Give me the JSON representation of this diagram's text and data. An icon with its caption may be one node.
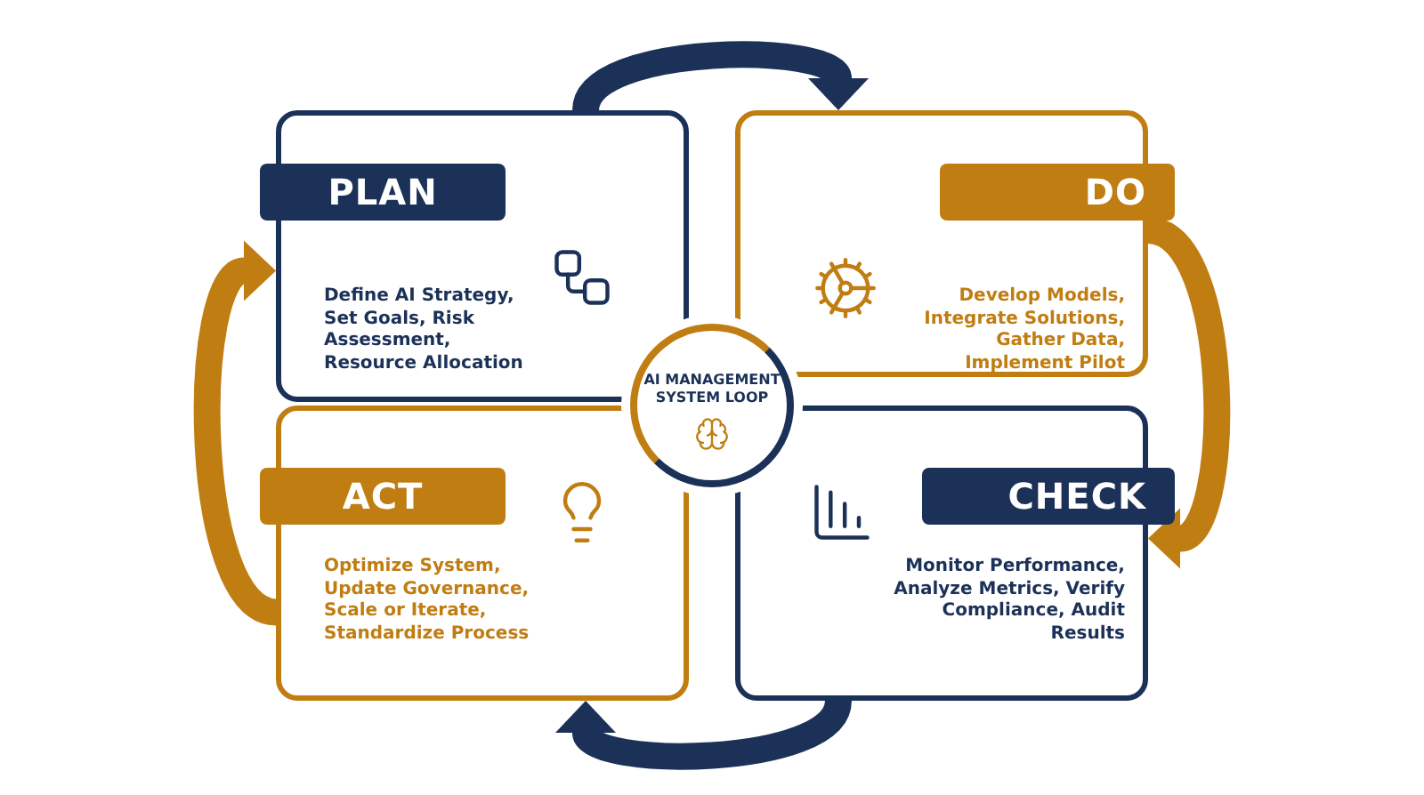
{
  "diagram": {
    "nodes": [
      {
        "text": [
          "PLAN",
          "Define AI Strategy, Set Goals, Risk Assessment, Resource Allocation"
        ]
      },
      {
        "text": [
          "DO",
          "Develop Models, Integrate Solutions, Gather Data, Implement Pilot"
        ]
      },
      {
        "text": [
          "CHECK",
          "Monitor Performance, Analyze Metrics, Verify Compliance, Audit Results"
        ]
      },
      {
        "text": [
          "ACT",
          "Optimize System, Update Governance, Scale or Iterate, Standardize Process"
        ]
      },
      {
        "text": [
          "AI MANAGEMENT SYSTEM LOOP"
        ]
      }
    ],
    "edges": [
      {
        "from": 0,
        "to": 1,
        "arrow": "to",
        "color": "#1c3158"
      },
      {
        "from": 1,
        "to": 2,
        "arrow": "to",
        "color": "#c07d12"
      },
      {
        "from": 2,
        "to": 3,
        "arrow": "to",
        "color": "#1c3158"
      },
      {
        "from": 3,
        "to": 0,
        "arrow": "to",
        "color": "#c07d12"
      }
    ]
  }
}
